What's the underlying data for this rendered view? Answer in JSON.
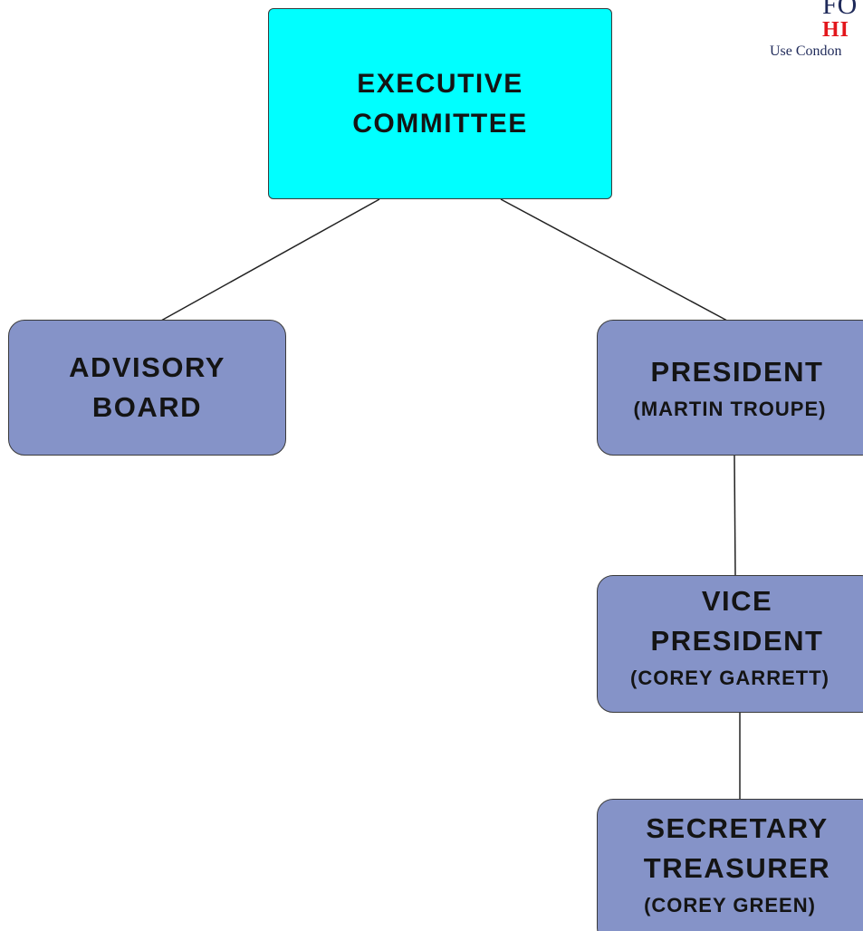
{
  "logo": {
    "line1": "FO",
    "line2": "HI",
    "line3": "Use Condon"
  },
  "nodes": {
    "executive": {
      "line1": "EXECUTIVE",
      "line2": "COMMITTEE"
    },
    "advisory": {
      "line1": "ADVISORY",
      "line2": "BOARD"
    },
    "president": {
      "line1": "PRESIDENT",
      "name": "(MARTIN TROUPE)"
    },
    "vice_president": {
      "line1": "VICE",
      "line2": "PRESIDENT",
      "name": "(COREY GARRETT)"
    },
    "secretary_treasurer": {
      "line1": "SECRETARY",
      "line2": "TREASURER",
      "name": "(COREY GREEN)"
    }
  },
  "colors": {
    "executive_fill": "#00ffff",
    "member_fill": "#8593c8",
    "logo_red": "#e3161b",
    "logo_navy": "#1f2a5a"
  }
}
